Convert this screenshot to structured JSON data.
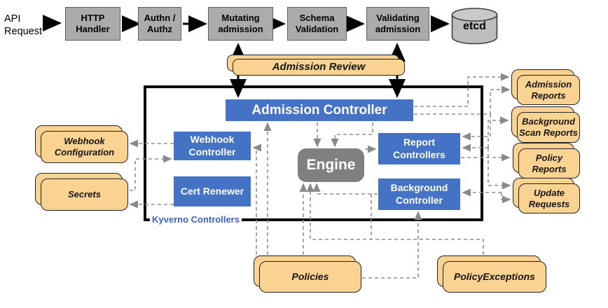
{
  "flow": {
    "api_request_label": "API Request",
    "stages": [
      {
        "label": "HTTP Handler"
      },
      {
        "label": "Authn / Authz"
      },
      {
        "label": "Mutating admission"
      },
      {
        "label": "Schema Validation"
      },
      {
        "label": "Validating admission"
      }
    ],
    "datastore_label": "etcd"
  },
  "admission_review": {
    "label": "Admission Review"
  },
  "kyverno_controllers": {
    "group_label": "Kyverno Controllers",
    "admission_controller": {
      "label": "Admission Controller"
    },
    "webhook_controller": {
      "label": "Webhook Controller"
    },
    "cert_renewer": {
      "label": "Cert Renewer"
    },
    "engine": {
      "label": "Engine"
    },
    "report_controllers": {
      "label": "Report Controllers"
    },
    "background_controller": {
      "label": "Background Controller"
    }
  },
  "resources": {
    "webhook_configuration": {
      "label": "Webhook Configuration"
    },
    "secrets": {
      "label": "Secrets"
    },
    "admission_reports": {
      "label": "Admission Reports"
    },
    "background_scan_reports": {
      "label": "Background Scan Reports"
    },
    "policy_reports": {
      "label": "Policy Reports"
    },
    "update_requests": {
      "label": "Update Requests"
    },
    "policies": {
      "label": "Policies"
    },
    "policy_exceptions": {
      "label": "PolicyExceptions"
    }
  },
  "colors": {
    "controller_blue": "#4472C4",
    "stage_gray": "#ABABAB",
    "engine_gray": "#808080",
    "resource_yellow": "#FAD291",
    "group_label_blue": "#3B63C4",
    "connector_gray": "#8F8F8F"
  }
}
